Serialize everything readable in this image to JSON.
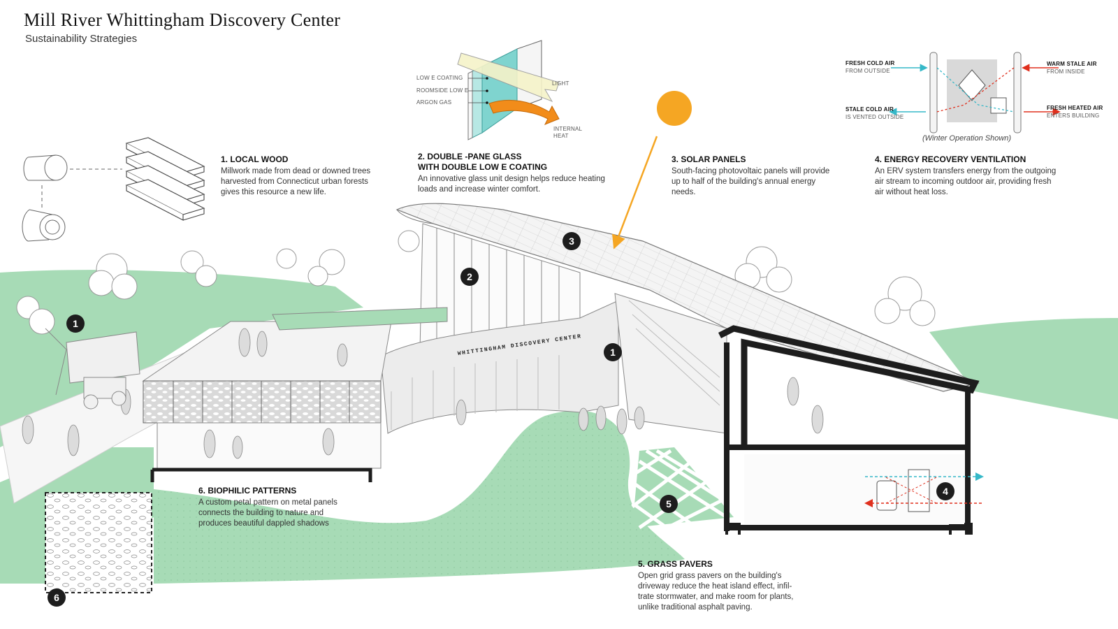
{
  "header": {
    "title": "Mill River Whittingham Discovery Center",
    "subtitle": "Sustainability Strategies"
  },
  "callouts": {
    "local_wood": {
      "heading": "1. LOCAL WOOD",
      "body": "Millwork made from dead or downed trees\nharvested from Connecticut urban forests\ngives this resource a new life."
    },
    "glass": {
      "heading": "2. DOUBLE -PANE GLASS\nWITH DOUBLE LOW E COATING",
      "body": "An innovative glass unit design helps reduce heating\nloads and increase winter comfort."
    },
    "solar": {
      "heading": "3. SOLAR PANELS",
      "body": "South-facing photovoltaic panels will provide\nup to half of the building's annual energy\nneeds."
    },
    "erv": {
      "heading": "4. ENERGY RECOVERY VENTILATION",
      "body": "An ERV system transfers energy from the outgoing\nair stream to incoming outdoor air, providing fresh\nair without heat loss."
    },
    "grass": {
      "heading": "5. GRASS PAVERS",
      "body": "Open grid grass pavers on the building's\ndriveway reduce the heat island effect,  infil-\ntrate stormwater, and make room for plants,\nunlike traditional asphalt paving."
    },
    "biophilic": {
      "heading": "6. BIOPHILIC PATTERNS",
      "body": "A custom petal pattern on metal panels\nconnects the building to nature and\nproduces beautiful dappled shadows"
    }
  },
  "glass_diagram": {
    "low_e": "LOW E COATING",
    "roomside": "ROOMSIDE LOW E",
    "argon": "ARGON GAS",
    "light": "LIGHT",
    "internal": "INTERNAL",
    "heat": "HEAT"
  },
  "erv_diagram": {
    "fresh_cold_title": "FRESH COLD AIR",
    "fresh_cold_sub": "FROM OUTSIDE",
    "stale_cold_title": "STALE COLD AIR",
    "stale_cold_sub": "IS VENTED OUTSIDE",
    "warm_stale_title": "WARM STALE AIR",
    "warm_stale_sub": "FROM INSIDE",
    "fresh_heated_title": "FRESH HEATED AIR",
    "fresh_heated_sub": "ENTERS BUILDING",
    "note": "(Winter Operation Shown)"
  },
  "building": {
    "sign": "WHITTINGHAM DISCOVERY CENTER"
  },
  "badges": {
    "b1a": "1",
    "b1b": "1",
    "b2": "2",
    "b3": "3",
    "b4": "4",
    "b5": "5",
    "b6": "6"
  },
  "colors": {
    "lawn": "#a7dbb6",
    "sun": "#f5a623",
    "cold_air": "#35b8c8",
    "warm_air": "#e0301e",
    "glass": "#7fd4cf",
    "heat": "#f28c1a",
    "dark": "#1d1d1d"
  }
}
